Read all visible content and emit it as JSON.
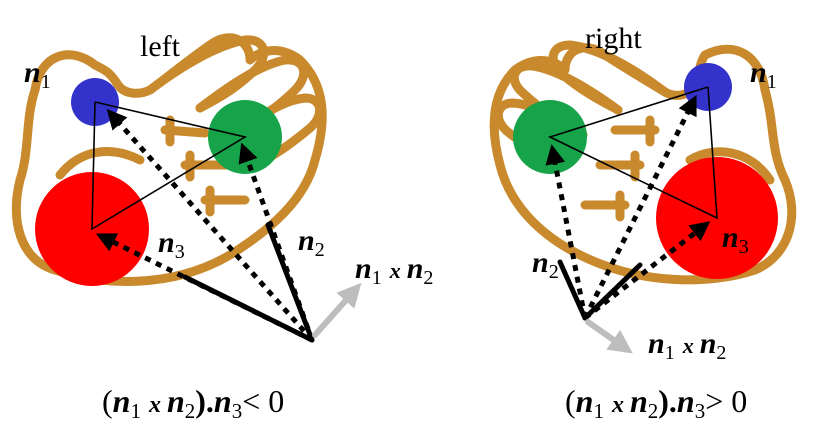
{
  "left_hand": {
    "title": "left",
    "n1_label": "n",
    "n1_sub": "1",
    "n2_label": "n",
    "n2_sub": "2",
    "n3_label": "n",
    "n3_sub": "3",
    "cross_label": {
      "a": "n",
      "a_sub": "1",
      "op": "x",
      "b": "n",
      "b_sub": "2"
    },
    "formula": {
      "open": "(",
      "a": "n",
      "a_sub": "1",
      "op": "x",
      "b": "n",
      "b_sub": "2",
      "close": ").",
      "c": "n",
      "c_sub": "3",
      "rel": "<  0"
    }
  },
  "right_hand": {
    "title": "right",
    "n1_label": "n",
    "n1_sub": "1",
    "n2_label": "n",
    "n2_sub": "2",
    "n3_label": "n",
    "n3_sub": "3",
    "cross_label": {
      "a": "n",
      "a_sub": "1",
      "op": "x",
      "b": "n",
      "b_sub": "2"
    },
    "formula": {
      "open": "(",
      "a": "n",
      "a_sub": "1",
      "op": "x",
      "b": "n",
      "b_sub": "2",
      "close": ").",
      "c": "n",
      "c_sub": "3",
      "rel": ">  0"
    }
  },
  "colors": {
    "hand_outline": "#C98A2E",
    "marker_n1": "#3333CC",
    "marker_n2": "#16A34A",
    "marker_n3": "#FF0000",
    "cross_arrow": "#BDBDBD"
  }
}
